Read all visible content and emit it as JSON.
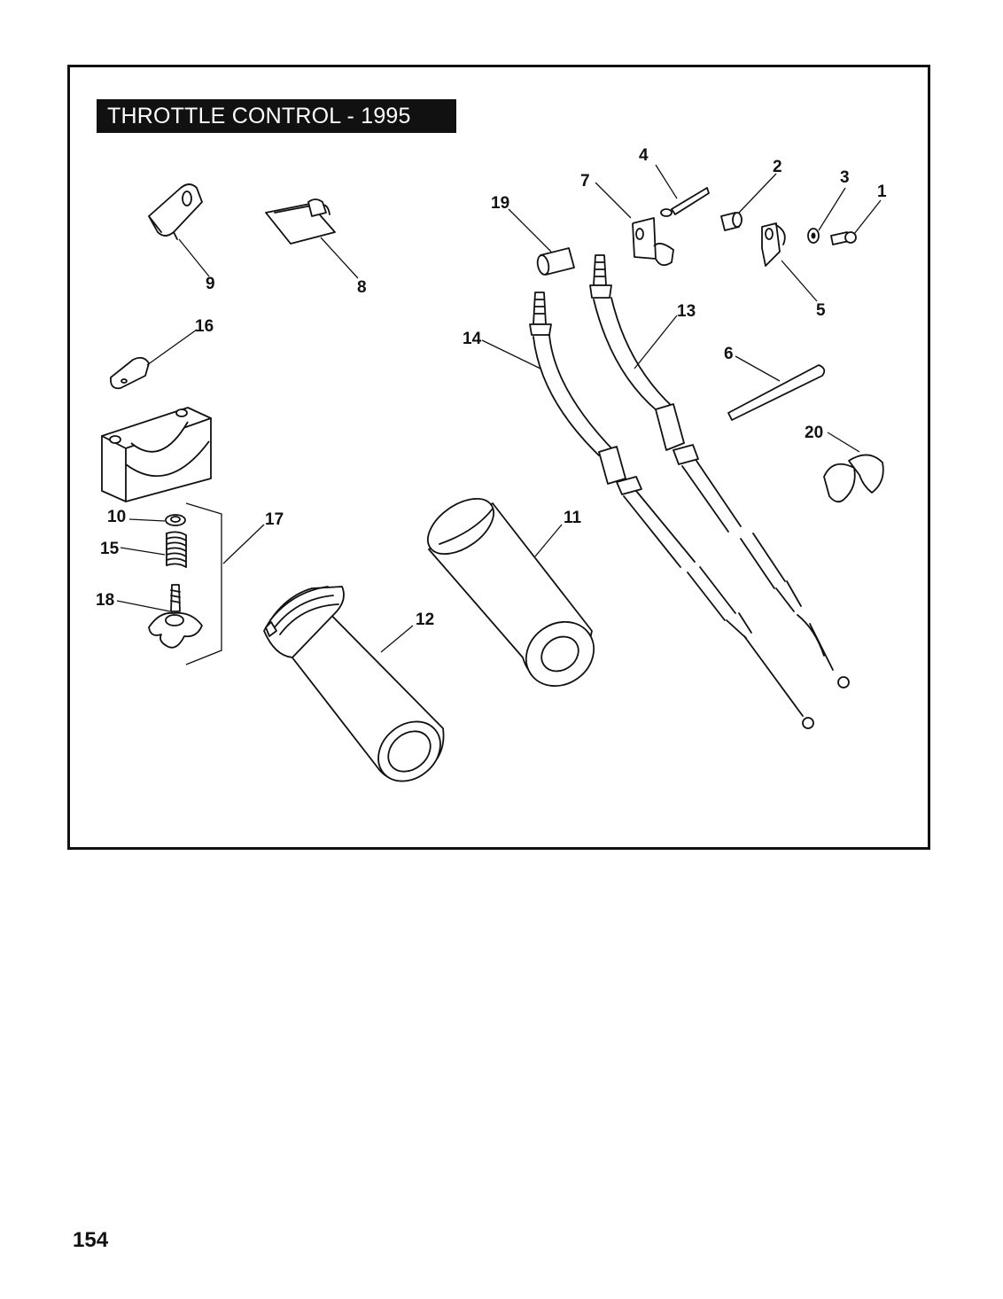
{
  "title": "THROTTLE CONTROL - 1995",
  "page_number": "154",
  "callouts": [
    "1",
    "2",
    "3",
    "4",
    "5",
    "6",
    "7",
    "8",
    "9",
    "10",
    "11",
    "12",
    "13",
    "14",
    "15",
    "16",
    "17",
    "18",
    "19",
    "20"
  ]
}
